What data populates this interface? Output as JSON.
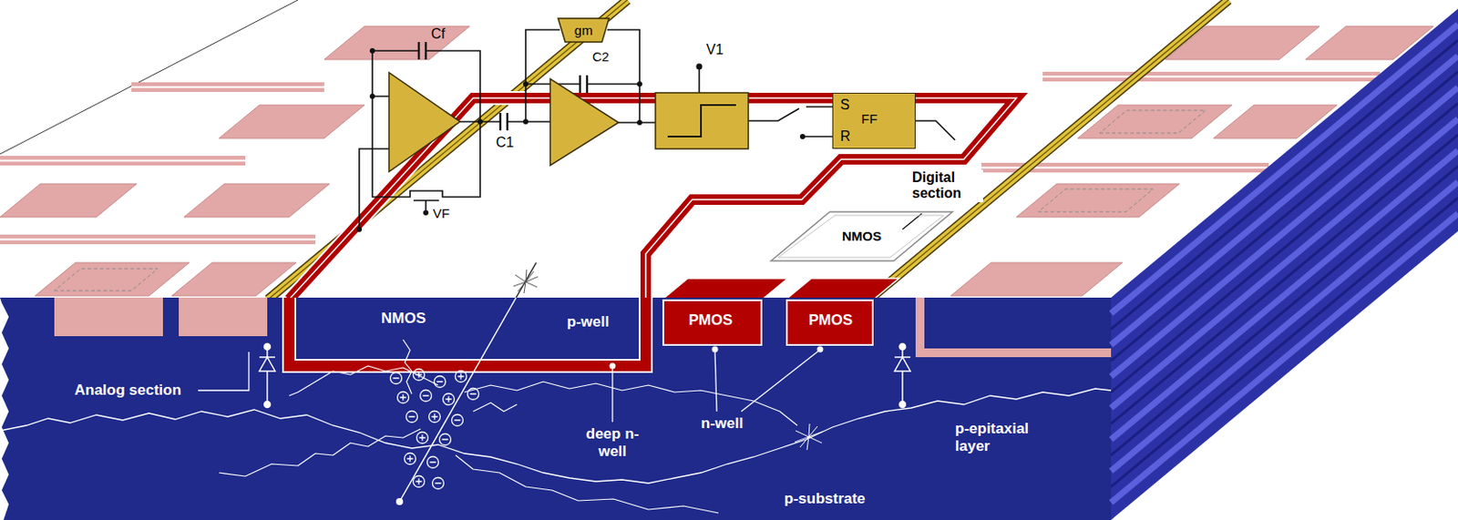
{
  "diagram": {
    "nodes": [
      {
        "text": [
          "gm"
        ]
      },
      {
        "text": [
          "S",
          "FF",
          "R"
        ]
      },
      {
        "text": [
          "NMOS",
          "p-well"
        ]
      },
      {
        "text": [
          "PMOS"
        ]
      },
      {
        "text": [
          "PMOS"
        ]
      },
      {
        "text": [
          "NMOS"
        ]
      }
    ],
    "labels": [
      "Cf",
      "C2",
      "V1",
      "C1",
      "VF",
      "Digital section",
      "Analog section",
      "deep n-well",
      "n-well",
      "p-epitaxial layer",
      "p-substrate"
    ]
  }
}
